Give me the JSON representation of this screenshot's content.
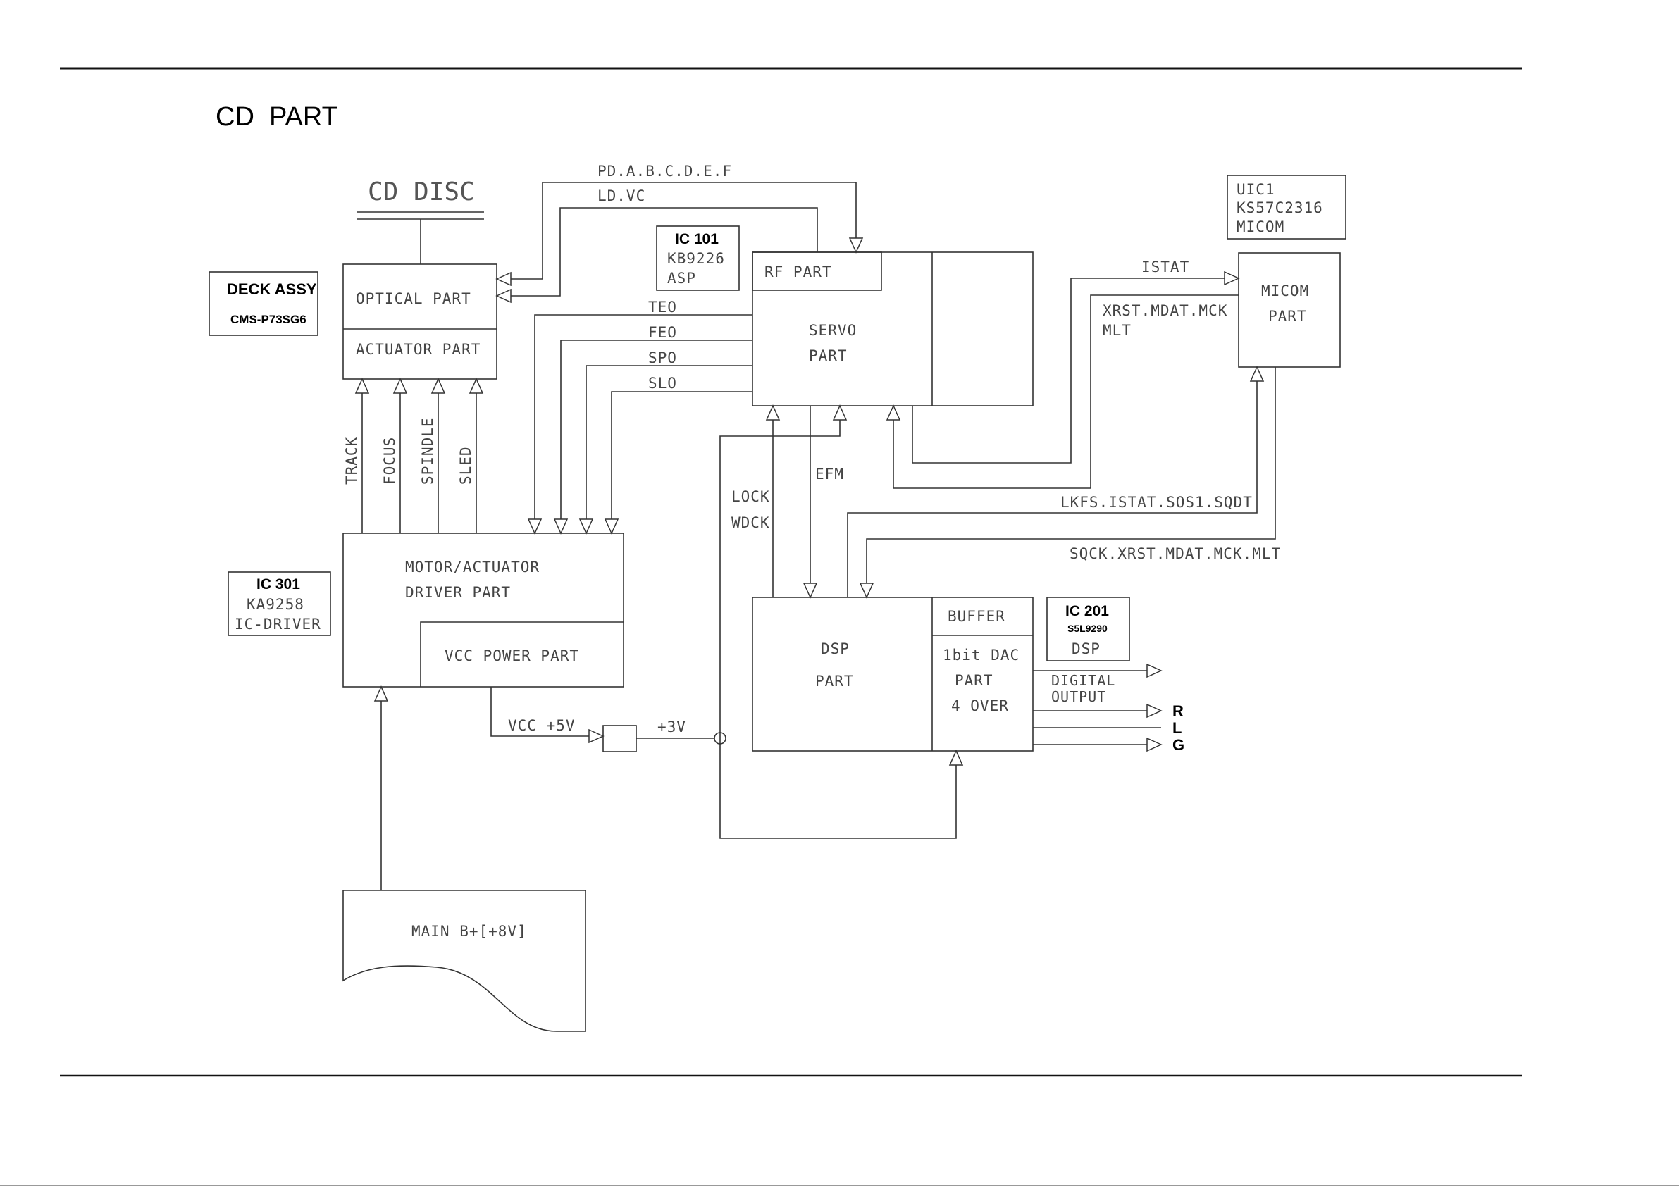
{
  "title": "CD  PART",
  "disc_label": "CD DISC",
  "deck": {
    "name": "DECK ASSY",
    "model": "CMS-P73SG6"
  },
  "ic301": {
    "name": "IC 301",
    "part": "KA9258",
    "role": "IC-DRIVER"
  },
  "ic101": {
    "name": "IC 101",
    "part": "KB9226",
    "role": "ASP"
  },
  "uic1": {
    "name": "UIC1",
    "part": "KS57C2316",
    "role": "MICOM"
  },
  "ic201": {
    "name": "IC 201",
    "part": "S5L9290",
    "role": "DSP"
  },
  "blocks": {
    "optical": "OPTICAL PART",
    "actuator": "ACTUATOR PART",
    "rf": "RF PART",
    "servo_1": "SERVO",
    "servo_2": "PART",
    "micom_1": "MICOM",
    "micom_2": "PART",
    "motor_1": "MOTOR/ACTUATOR",
    "motor_2": "DRIVER PART",
    "vcc_power": "VCC POWER PART",
    "dsp_1": "DSP",
    "dsp_2": "PART",
    "buffer": "BUFFER",
    "dac_1": "1bit DAC",
    "dac_2": "PART",
    "dac_3": "4 OVER",
    "main": "MAIN B+[+8V]"
  },
  "signals": {
    "pd": "PD.A.B.C.D.E.F",
    "ld": "LD.VC",
    "teo": "TEO",
    "feo": "FEO",
    "spo": "SPO",
    "slo": "SLO",
    "track": "TRACK",
    "focus": "FOCUS",
    "spindle": "SPINDLE",
    "sled": "SLED",
    "istat": "ISTAT",
    "xrst_1": "XRST.MDAT.MCK",
    "xrst_2": "MLT",
    "lock": "LOCK",
    "wdck": "WDCK",
    "efm": "EFM",
    "lkfs": "LKFS.ISTAT.SOS1.SQDT",
    "sqck": "SQCK.XRST.MDAT.MCK.MLT",
    "vcc5": "VCC +5V",
    "v3": "+3V",
    "digital_1": "DIGITAL",
    "digital_2": "OUTPUT"
  },
  "outputs": {
    "r": "R",
    "l": "L",
    "g": "G"
  }
}
